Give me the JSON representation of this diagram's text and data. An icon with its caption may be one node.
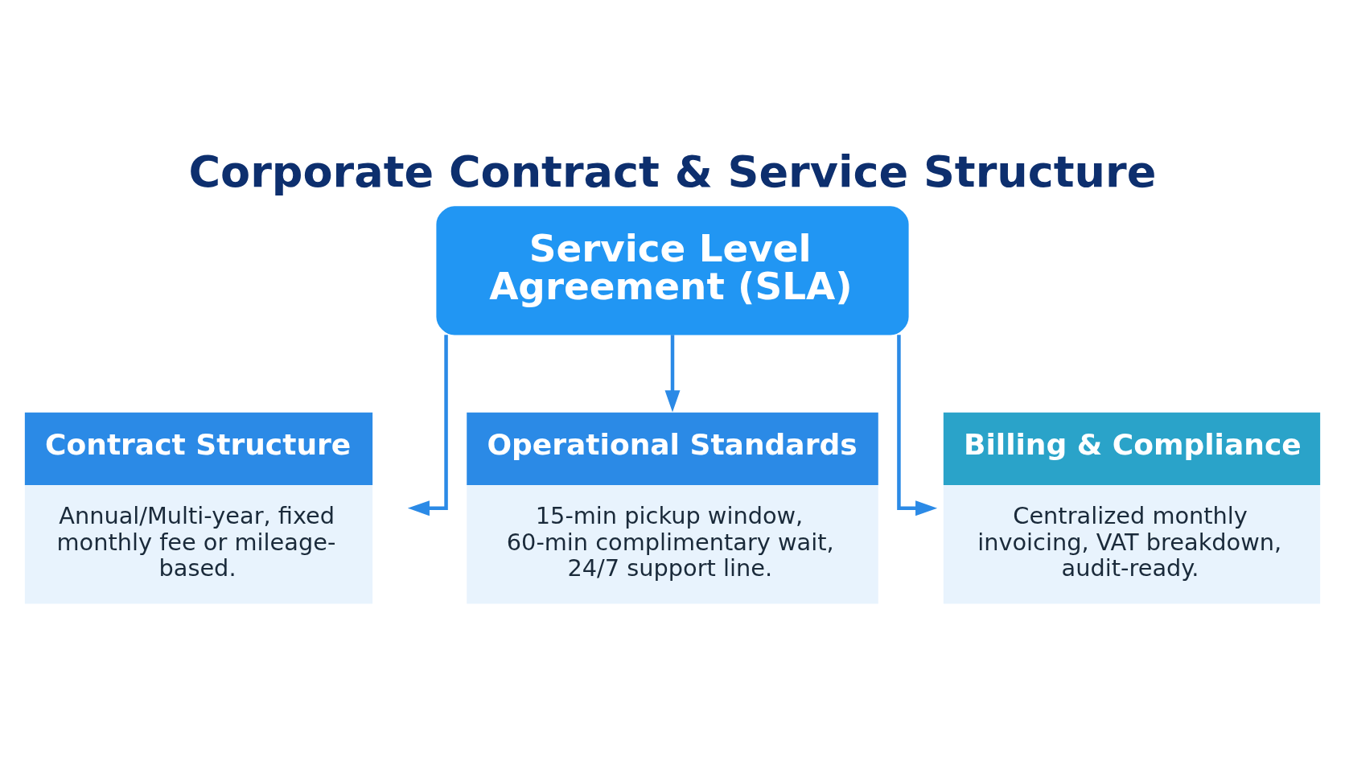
{
  "diagram": {
    "title": "Corporate Contract & Service Structure",
    "nodes": [
      {
        "text": [
          "Service Level Agreement (SLA)"
        ]
      },
      {
        "text": [
          "Contract Structure",
          "Annual/Multi-year, fixed monthly fee or mileage-based."
        ]
      },
      {
        "text": [
          "Operational Standards",
          "15-min pickup window, 60-min complimentary wait, 24/7 support line."
        ]
      },
      {
        "text": [
          "Billing & Compliance",
          "Centralized monthly invoicing, VAT breakdown, audit-ready."
        ]
      }
    ],
    "edges": [
      {
        "from": 0,
        "to": 1,
        "arrow": "to"
      },
      {
        "from": 0,
        "to": 2,
        "arrow": "to"
      },
      {
        "from": 0,
        "to": 3,
        "arrow": "to"
      }
    ]
  }
}
